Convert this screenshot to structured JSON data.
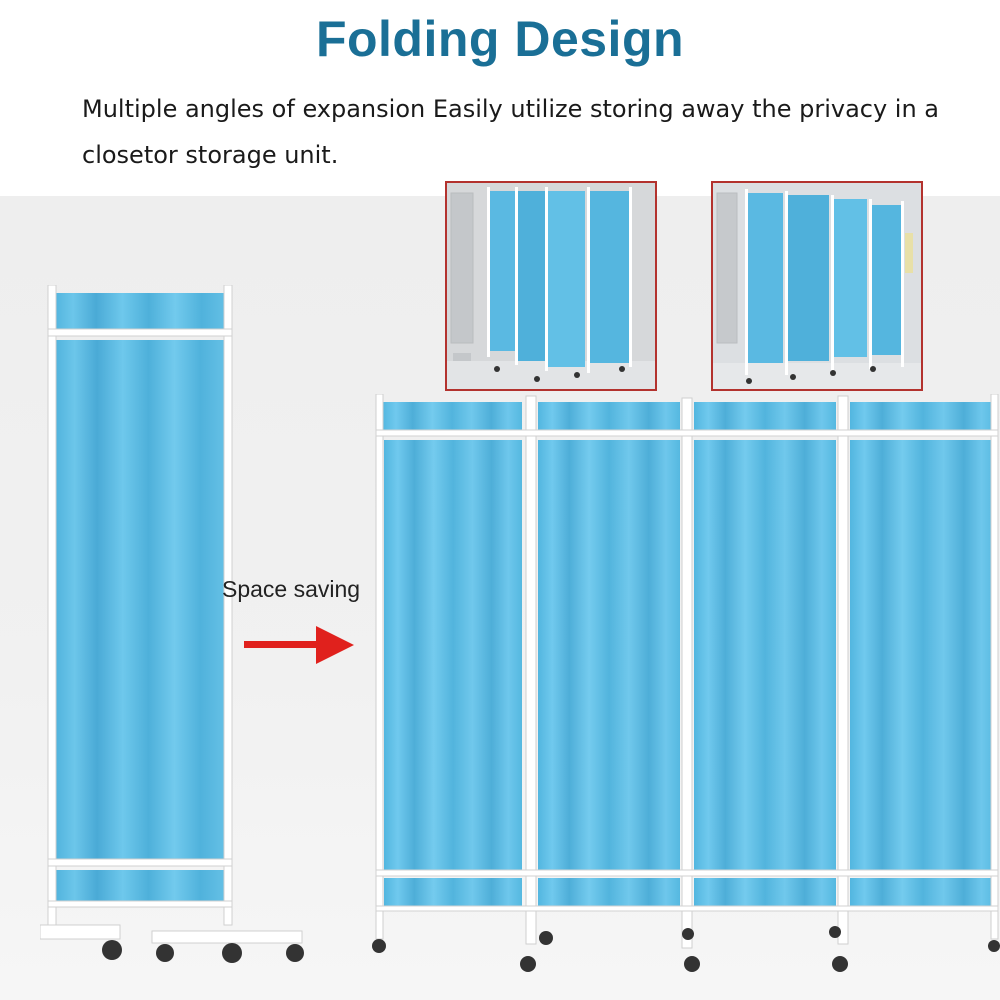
{
  "title": "Folding Design",
  "description": "Multiple angles of expansion Easily utilize storing away the privacy in a closetor storage unit.",
  "label": "Space saving",
  "colors": {
    "title": "#1a6f96",
    "curtain": "#5bbde4",
    "frame": "#ffffff",
    "arrow": "#e0211d",
    "inset_border": "#b3322e"
  },
  "icons": [
    "arrow-right-icon"
  ]
}
